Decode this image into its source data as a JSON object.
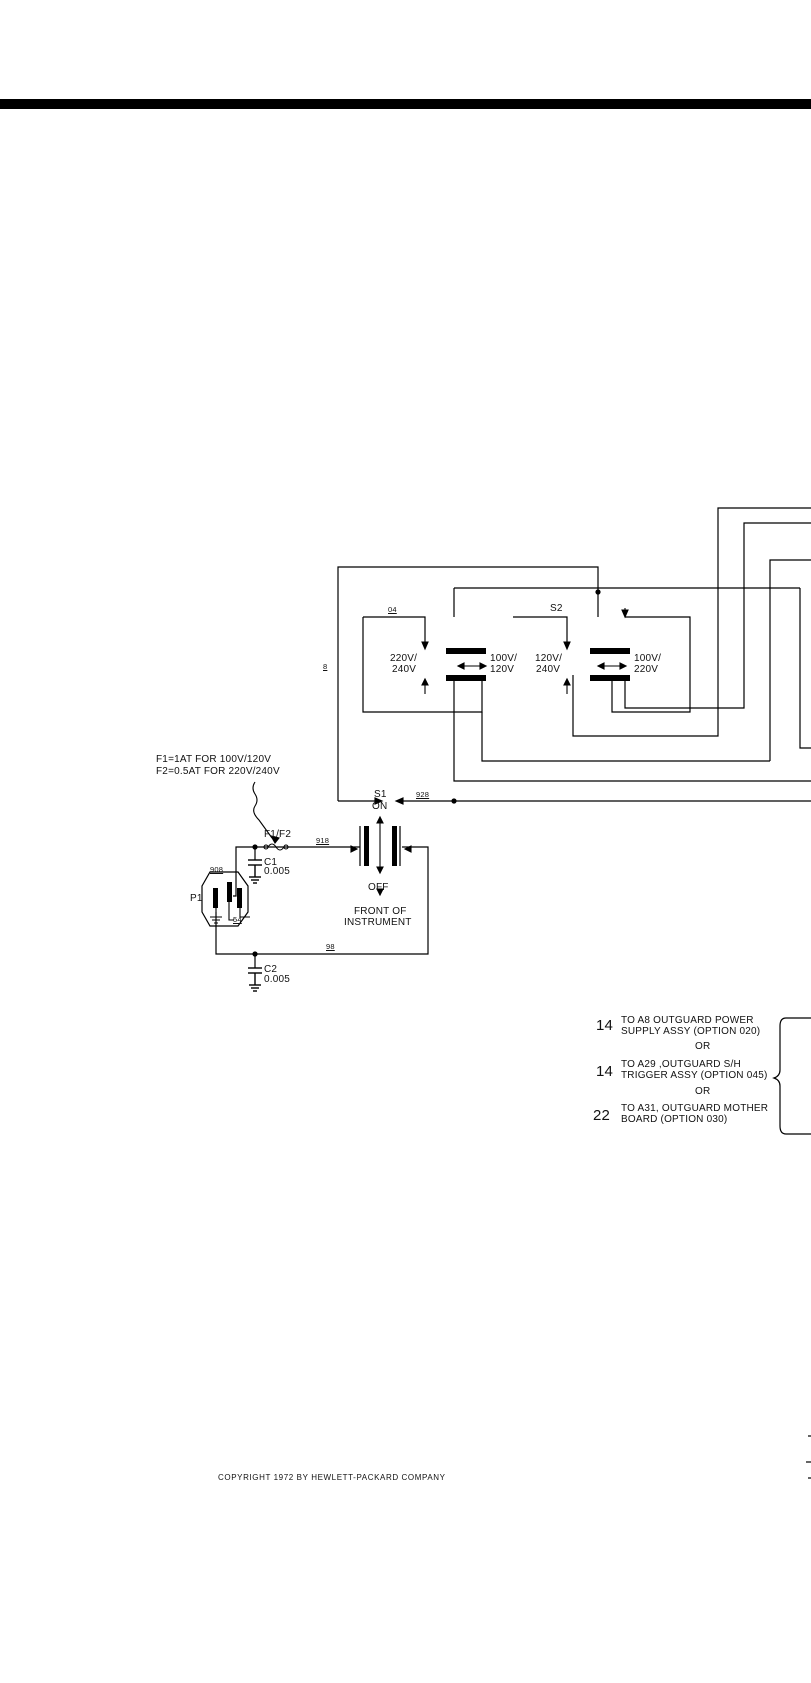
{
  "fuse_note": {
    "line1": "F1=1AT FOR 100V/120V",
    "line2": "F2=0.5AT FOR 220V/240V"
  },
  "components": {
    "f1_f2": "F1/F2",
    "c1": "C1",
    "c1_value": "0.005",
    "c2": "C2",
    "c2_value": "0.005",
    "p1": "P1",
    "s1": "S1",
    "s1_on": "ON",
    "s1_off": "OFF",
    "front_line1": "FRONT OF",
    "front_line2": "INSTRUMENT",
    "s2": "S2",
    "s2_left_inner_a": "220V/",
    "s2_left_inner_b": "240V",
    "s2_left_outer_a": "100V/",
    "s2_left_outer_b": "120V",
    "s2_right_inner_a": "120V/",
    "s2_right_inner_b": "240V",
    "s2_right_outer_a": "100V/",
    "s2_right_outer_b": "220V"
  },
  "wire_codes": {
    "w04": "04",
    "w8": "8",
    "w928": "928",
    "w918": "918",
    "w908": "908",
    "w54": "54",
    "w98": "98"
  },
  "destinations": [
    {
      "number": "14",
      "line1": "TO A8  OUTGUARD POWER",
      "line2": "SUPPLY ASSY (OPTION 020)"
    },
    {
      "number": "14",
      "line1": "TO A29 ,OUTGUARD S/H",
      "line2": "TRIGGER  ASSY (OPTION 045)"
    },
    {
      "number": "22",
      "line1": "TO A31, OUTGUARD MOTHER",
      "line2": "BOARD (OPTION 030)"
    }
  ],
  "or_label": "OR",
  "copyright": "COPYRIGHT  1972  BY  HEWLETT-PACKARD  COMPANY"
}
